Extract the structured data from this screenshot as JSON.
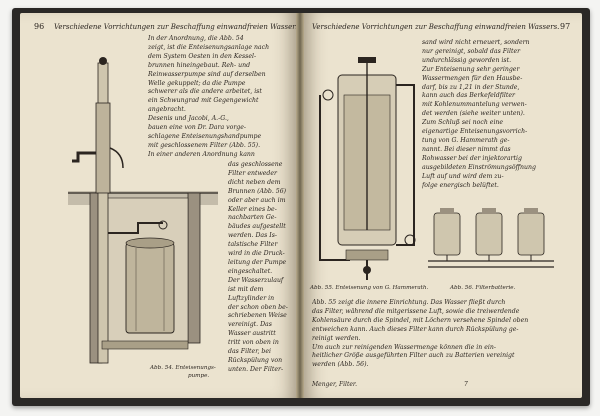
{
  "left_page": {
    "page_number": "96",
    "header": "Verschiedene Vorrichtungen zur Beschaffung einwandfreien Wassers.",
    "col_top_lines": [
      "In der Anordnung, die Abb. 54",
      "zeigt, ist die Enteisenungsanlage nach",
      "dem System Oesten in den Kessel-",
      "brunnen hineingebaut. Reh- und",
      "Reinwasserpumpe sind auf derselben",
      "Welle gekuppelt; da die Pumpe",
      "schwerer als die andere arbeitet, ist",
      "ein Schwungrad mit Gegengewicht",
      "angebracht."
    ],
    "col_mid_lines": [
      "Desenis und Jacobi, A.-G.,",
      "bauen eine von Dr. Dara vorge-",
      "schlagene Enteisenungshandpumpe",
      "mit geschlossenem Filter (Abb. 55).",
      "In einer anderen Anordnung kann"
    ],
    "col_narrow_lines": [
      "das geschlossene",
      "Filter entweder",
      "dicht neben dem",
      "Brunnen (Abb. 56)",
      "oder aber auch im",
      "Keller eines be-",
      "nachbarten Ge-",
      "bäudes aufgestellt",
      "werden. Das Is-",
      "talstische Filter",
      "wird in die Druck-",
      "leitung der Pumpe",
      "eingeschaltet.",
      "Der Wasserzulauf",
      "ist mit dem",
      "Luftzylinder in",
      "der schon oben be-",
      "schriebenen Weise",
      "vereinigt. Das",
      "Wasser austritt",
      "tritt von oben in",
      "das Filter, bei",
      "Rückspülung von",
      "unten. Der Filter-"
    ],
    "caption": "Abb. 54. Enteisenungs-",
    "caption2": "pumpe."
  },
  "right_page": {
    "page_number": "97",
    "header": "Verschiedene Vorrichtungen zur Beschaffung einwandfreien Wassers.",
    "col_lines": [
      "sand wird nicht erneuert, sondern",
      "nur gereinigt, sobald das Filter",
      "undurchlässig geworden ist.",
      "Zur Enteisenung sehr geringer",
      "Wassermengen für den Hausbe-",
      "darf, bis zu 1,21 in der Stunde,",
      "kann auch das Berkefeldfilter",
      "mit Kohlenummantelung verwen-",
      "det werden (siehe weiter unten).",
      "Zum Schluß sei noch eine",
      "eigenartige Enteisenungsvorrich-",
      "tung von G. Hammerath ge-",
      "nannt. Bei dieser nimmt das",
      "Rohwasser bei der injektorartig",
      "ausgebildeten Einströmungsöffnung",
      "Luft auf und wird dem zu-",
      "folge energisch belüftet."
    ],
    "caption_left": "Abb. 55. Enteisenung von G. Hammerath.",
    "caption_right": "Abb. 56. Filterbatterie.",
    "bottom_lines": [
      "Abb. 55 zeigt die innere Einrichtung. Das Wasser fließt durch",
      "das Filter, während die mitgerissene Luft, sowie die treiwerdende",
      "Kohlensäure durch die Spindel, mit Löchern versehene Spindel oben",
      "entweichen kann. Auch dieses Filter kann durch Rückspülung ge-",
      "reinigt werden.",
      "Um auch zur reinigenden Wassermenge können die in ein-",
      "heitlicher Größe ausgeführten Filter auch zu Batterien vereinigt",
      "werden (Abb. 56)."
    ],
    "footer_left": "Menger, Filter.",
    "footer_right": "7"
  },
  "colors": {
    "paper": "#ebe3cf",
    "ink": "#2b2520",
    "cover": "#2a2826"
  }
}
